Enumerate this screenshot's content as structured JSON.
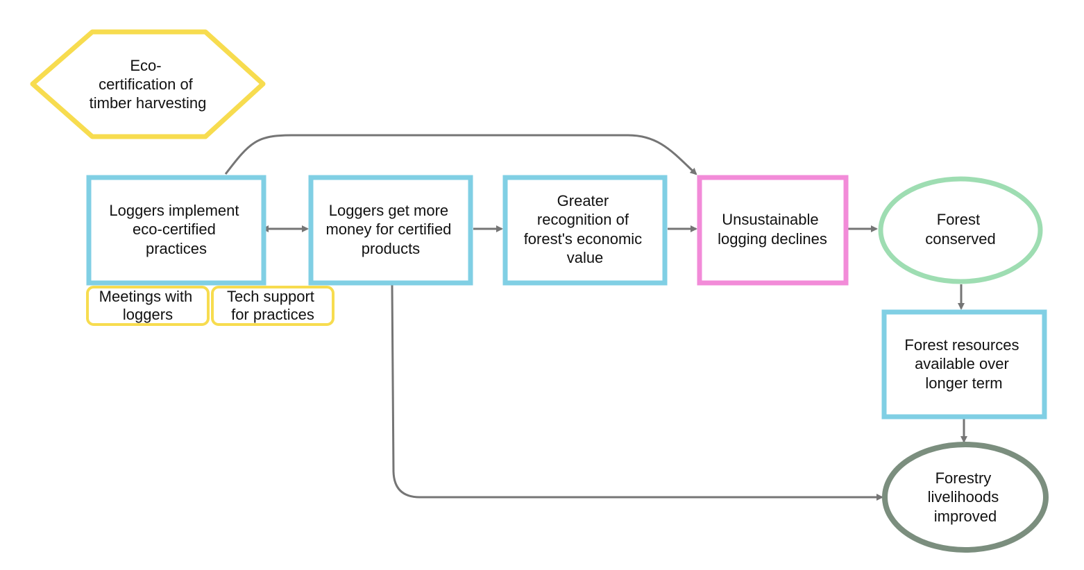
{
  "colors": {
    "goal_hexagon": "#F7DC4F",
    "strategy_box": "#F7DC4F",
    "result_box": "#80CFE4",
    "threat_box": "#F28BD8",
    "target_ellipse": "#9EDDB2",
    "wellbeing_ellipse": "#7B8E7E",
    "arrow": "#757575"
  },
  "nodes": {
    "hexagon": [
      "Eco-",
      "certification of",
      "timber harvesting"
    ],
    "loggers_implement": [
      "Loggers implement",
      "eco-certified",
      "practices"
    ],
    "more_money": [
      "Loggers get more",
      "money for certified",
      "products"
    ],
    "recognition": [
      "Greater",
      "recognition of",
      "forest's economic",
      "value"
    ],
    "unsustainable": [
      "Unsustainable",
      "logging declines"
    ],
    "forest_conserved": [
      "Forest",
      "conserved"
    ],
    "resources": [
      "Forest resources",
      "available over",
      "longer term"
    ],
    "livelihoods": [
      "Forestry",
      "livelihoods",
      "improved"
    ],
    "meetings": [
      "Meetings with",
      "loggers"
    ],
    "tech_support": [
      "Tech support",
      "for practices"
    ]
  }
}
